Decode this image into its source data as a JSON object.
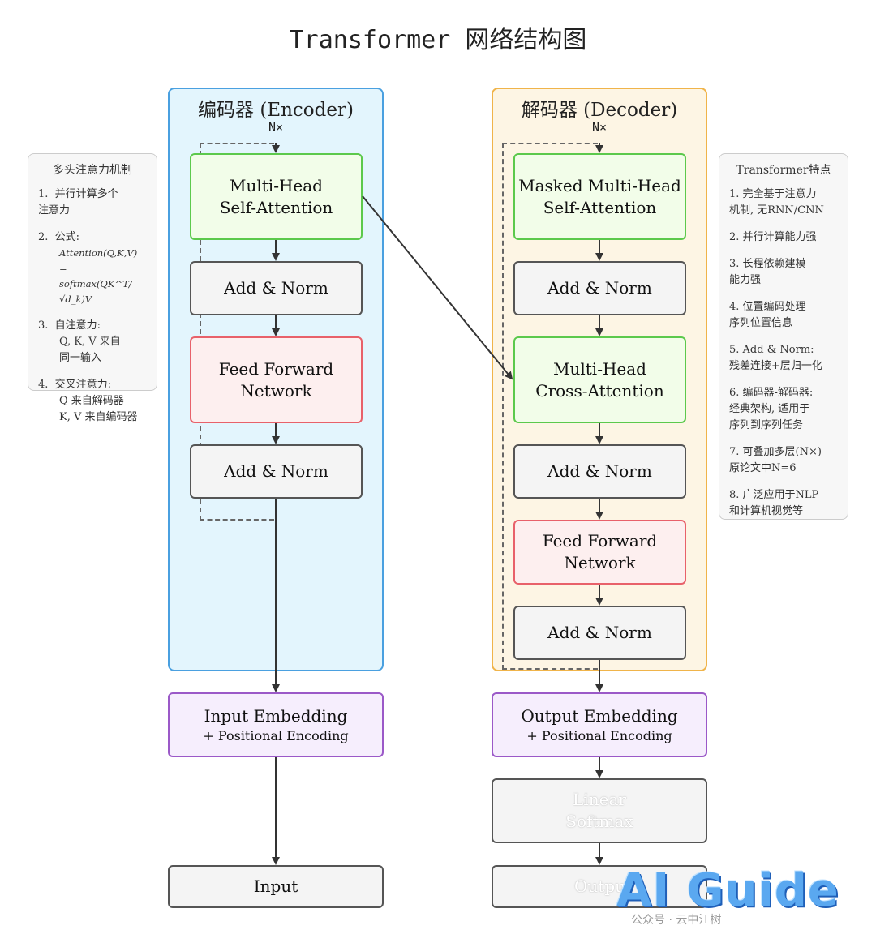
{
  "title": "Transformer 网络结构图",
  "encoder": {
    "title": "编码器 (Encoder)",
    "repeat": "N×",
    "blocks": {
      "mhsa_l1": "Multi-Head",
      "mhsa_l2": "Self-Attention",
      "addnorm1": "Add & Norm",
      "ff_l1": "Feed Forward",
      "ff_l2": "Network",
      "addnorm2": "Add & Norm"
    },
    "embedding_l1": "Input Embedding",
    "embedding_l2": "+ Positional Encoding",
    "input": "Input"
  },
  "decoder": {
    "title": "解码器 (Decoder)",
    "repeat": "N×",
    "blocks": {
      "masked_l1": "Masked Multi-Head",
      "masked_l2": "Self-Attention",
      "addnorm1": "Add & Norm",
      "cross_l1": "Multi-Head",
      "cross_l2": "Cross-Attention",
      "addnorm2": "Add & Norm",
      "ff_l1": "Feed Forward",
      "ff_l2": "Network",
      "addnorm3": "Add & Norm"
    },
    "embedding_l1": "Output Embedding",
    "embedding_l2": "+ Positional Encoding",
    "linear": "Linear",
    "softmax": "Softmax",
    "output": "Output"
  },
  "attention_note": {
    "title": "多头注意力机制",
    "items": [
      {
        "num": "1.",
        "text": "并行计算多个",
        "cont": "注意力"
      },
      {
        "num": "2.",
        "text": "公式:",
        "formula1": "Attention(Q,K,V) =",
        "formula2": "softmax(QK^T/√d_k)V"
      },
      {
        "num": "3.",
        "text": "自注意力:",
        "cont1": "Q, K, V 来自",
        "cont2": "同一输入"
      },
      {
        "num": "4.",
        "text": "交叉注意力:",
        "cont1": "Q 来自解码器",
        "cont2": "K, V 来自编码器"
      }
    ]
  },
  "features_note": {
    "title": "Transformer特点",
    "items": [
      {
        "line1": "1. 完全基于注意力",
        "line2": "机制, 无RNN/CNN"
      },
      {
        "line1": "2. 并行计算能力强"
      },
      {
        "line1": "3. 长程依赖建模",
        "line2": "能力强"
      },
      {
        "line1": "4. 位置编码处理",
        "line2": "序列位置信息"
      },
      {
        "line1": "5. Add & Norm:",
        "line2": "残差连接+层归一化"
      },
      {
        "line1": "6. 编码器-解码器:",
        "line2": "经典架构, 适用于",
        "line3": "序列到序列任务"
      },
      {
        "line1": "7. 可叠加多层(N×)",
        "line2": "原论文中N=6"
      },
      {
        "line1": "8. 广泛应用于NLP",
        "line2": "和计算机视觉等"
      }
    ]
  },
  "watermark": {
    "logo": "AI Guide",
    "caption": "公众号 · 云中江树"
  },
  "colors": {
    "encoder_bg": "#e3f5fd",
    "decoder_bg": "#fdf5e4",
    "attention": "#5cc94c",
    "feedforward": "#e8616a",
    "embedding": "#9b59c8"
  }
}
